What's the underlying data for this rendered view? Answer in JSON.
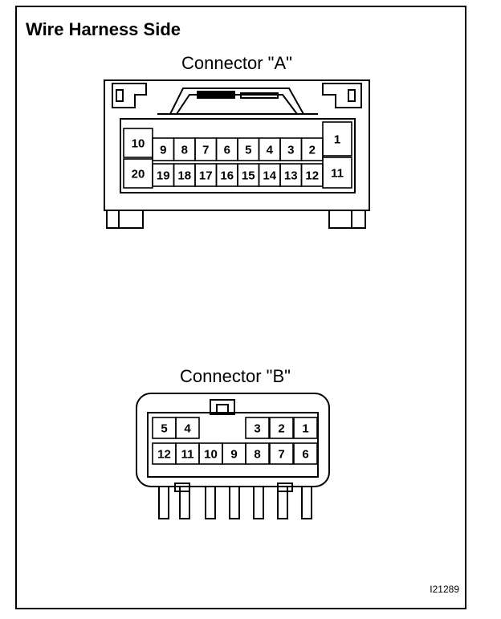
{
  "title": "Wire Harness Side",
  "figure_code": "I21289",
  "connector_a": {
    "label": "Connector \"A\"",
    "row_top": [
      "10",
      "9",
      "8",
      "7",
      "6",
      "5",
      "4",
      "3",
      "2",
      "1"
    ],
    "row_bottom": [
      "20",
      "19",
      "18",
      "17",
      "16",
      "15",
      "14",
      "13",
      "12",
      "11"
    ]
  },
  "connector_b": {
    "label": "Connector \"B\"",
    "row_top_left": [
      "5",
      "4"
    ],
    "row_top_right": [
      "3",
      "2",
      "1"
    ],
    "row_bottom": [
      "12",
      "11",
      "10",
      "9",
      "8",
      "7",
      "6"
    ]
  }
}
